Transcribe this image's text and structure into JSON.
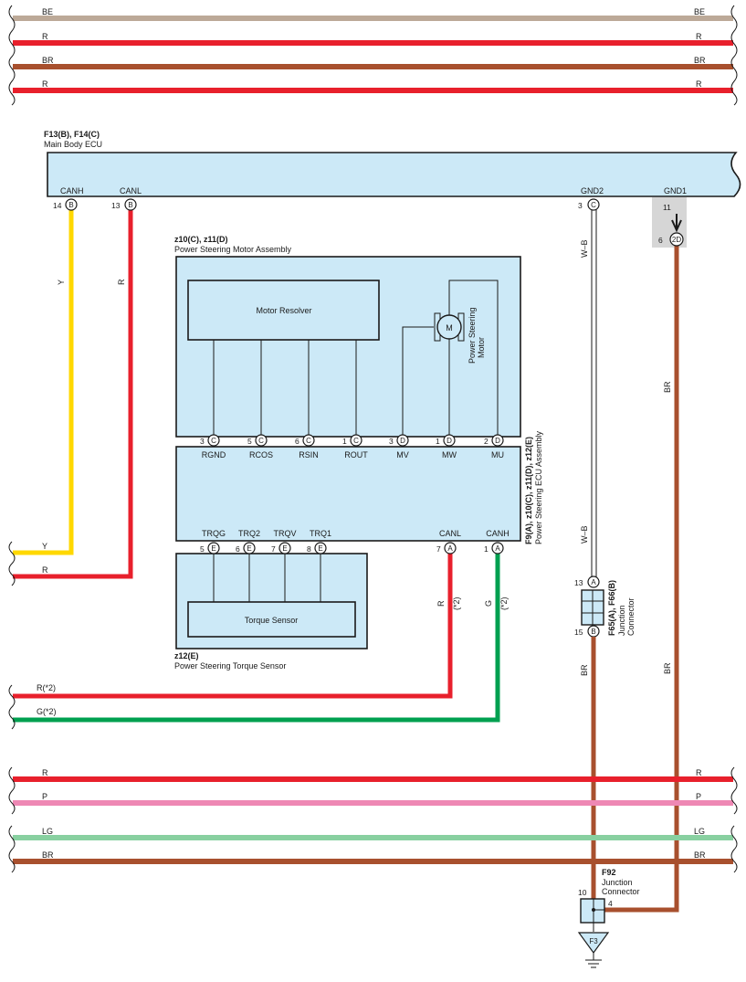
{
  "colors": {
    "BE": "#bca998",
    "R": "#e8202c",
    "BR": "#a8502e",
    "Y": "#ffd800",
    "G": "#00a050",
    "P": "#ee88b4",
    "LG": "#88d0a0",
    "ecu_fill": "#cce9f7",
    "ground_box": "#d6d6d6"
  },
  "top_buses": [
    "BE",
    "R",
    "BR",
    "R"
  ],
  "bottom_buses": [
    "R",
    "P",
    "LG",
    "BR"
  ],
  "main_ecu": {
    "code": "F13(B), F14(C)",
    "name": "Main Body ECU",
    "pins": {
      "canh": {
        "label": "CANH",
        "num": "14",
        "conn": "B"
      },
      "canl": {
        "label": "CANL",
        "num": "13",
        "conn": "B"
      },
      "gnd2": {
        "label": "GND2",
        "num": "3",
        "conn": "C"
      },
      "gnd1": {
        "label": "GND1",
        "num": "11",
        "num2": "6",
        "conn": "2D"
      }
    }
  },
  "motor_assembly": {
    "code": "z10(C), z11(D)",
    "name": "Power Steering Motor Assembly",
    "resolver": "Motor Resolver",
    "motor_symbol": "M",
    "motor_label_1": "Power Steering",
    "motor_label_2": "Motor",
    "pins": [
      {
        "num": "3",
        "conn": "C"
      },
      {
        "num": "5",
        "conn": "C"
      },
      {
        "num": "6",
        "conn": "C"
      },
      {
        "num": "1",
        "conn": "C"
      },
      {
        "num": "3",
        "conn": "D"
      },
      {
        "num": "1",
        "conn": "D"
      },
      {
        "num": "2",
        "conn": "D"
      }
    ]
  },
  "ps_ecu": {
    "code": "F9(A), z10(C), z11(D), z12(E)",
    "name": "Power Steering ECU Assembly",
    "top_labels": [
      "RGND",
      "RCOS",
      "RSIN",
      "ROUT",
      "MV",
      "MW",
      "MU"
    ],
    "bottom_labels": [
      "TRQG",
      "TRQ2",
      "TRQV",
      "TRQ1",
      "CANL",
      "CANH"
    ],
    "bottom_pins": [
      {
        "num": "5",
        "conn": "E"
      },
      {
        "num": "6",
        "conn": "E"
      },
      {
        "num": "7",
        "conn": "E"
      },
      {
        "num": "8",
        "conn": "E"
      },
      {
        "num": "7",
        "conn": "A"
      },
      {
        "num": "1",
        "conn": "A"
      }
    ]
  },
  "torque_sensor": {
    "code": "z12(E)",
    "name": "Power Steering Torque Sensor",
    "inner": "Torque Sensor"
  },
  "junction_f65": {
    "code": "F65(A), F66(B)",
    "name_1": "Junction",
    "name_2": "Connector",
    "pin_top": {
      "num": "13",
      "conn": "A"
    },
    "pin_bottom": {
      "num": "15",
      "conn": "B"
    }
  },
  "junction_f92": {
    "code": "F92",
    "name_1": "Junction",
    "name_2": "Connector",
    "pin_left": "10",
    "pin_right": "4"
  },
  "ground": {
    "label": "F3"
  },
  "wire_labels": {
    "y": "Y",
    "r": "R",
    "wb": "W–B",
    "br": "BR",
    "g": "G",
    "star": "(*2)",
    "r_star": "R(*2)",
    "g_star": "G(*2)"
  }
}
